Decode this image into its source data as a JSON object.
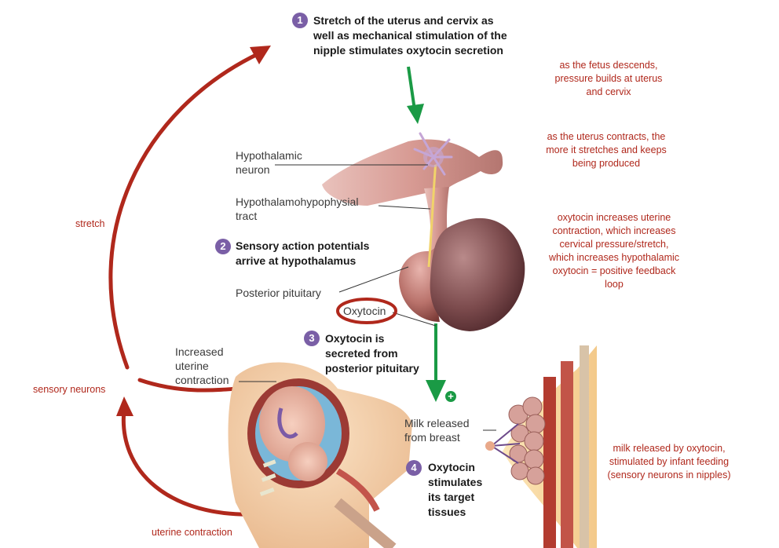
{
  "colors": {
    "feedback_red": "#b0281c",
    "green_arrow": "#1a9a45",
    "badge_purple": "#7a5fa6",
    "label_text": "#3a3a3a"
  },
  "steps": [
    {
      "number": "1",
      "lines": [
        "Stretch of the uterus and cervix as",
        "well as mechanical stimulation of the",
        "nipple stimulates oxytocin secretion"
      ]
    },
    {
      "number": "2",
      "lines": [
        "Sensory action potentials",
        "arrive at hypothalamus"
      ]
    },
    {
      "number": "3",
      "lines": [
        "Oxytocin is",
        "secreted from",
        "posterior pituitary"
      ]
    },
    {
      "number": "4",
      "lines": [
        "Oxytocin",
        "stimulates",
        "its target",
        "tissues"
      ]
    }
  ],
  "labels": {
    "hypothalamic_neuron": [
      "Hypothalamic",
      "neuron"
    ],
    "tract": [
      "Hypothalamohypophysial",
      "tract"
    ],
    "posterior_pituitary": "Posterior pituitary",
    "oxytocin": "Oxytocin",
    "uterine_contraction": [
      "Increased",
      "uterine",
      "contraction"
    ],
    "milk": [
      "Milk released",
      "from breast"
    ],
    "plus_sign": "+"
  },
  "notes": {
    "fetus_descends": [
      "as the fetus descends,",
      "pressure builds at uterus",
      "and cervix"
    ],
    "uterus_contracts": [
      "as the uterus contracts, the",
      "more it stretches and keeps",
      "being produced"
    ],
    "positive_feedback": [
      "oxytocin increases uterine",
      "contraction, which increases",
      "cervical pressure/stretch,",
      "which increases hypothalamic",
      "oxytocin = positive feedback",
      "loop"
    ],
    "milk_release": [
      "milk released by oxytocin,",
      "stimulated by infant feeding",
      "(sensory neurons in nipples)"
    ]
  },
  "loop_labels": {
    "stretch": "stretch",
    "sensory_neurons": "sensory neurons",
    "uterine_contraction": "uterine contraction"
  }
}
